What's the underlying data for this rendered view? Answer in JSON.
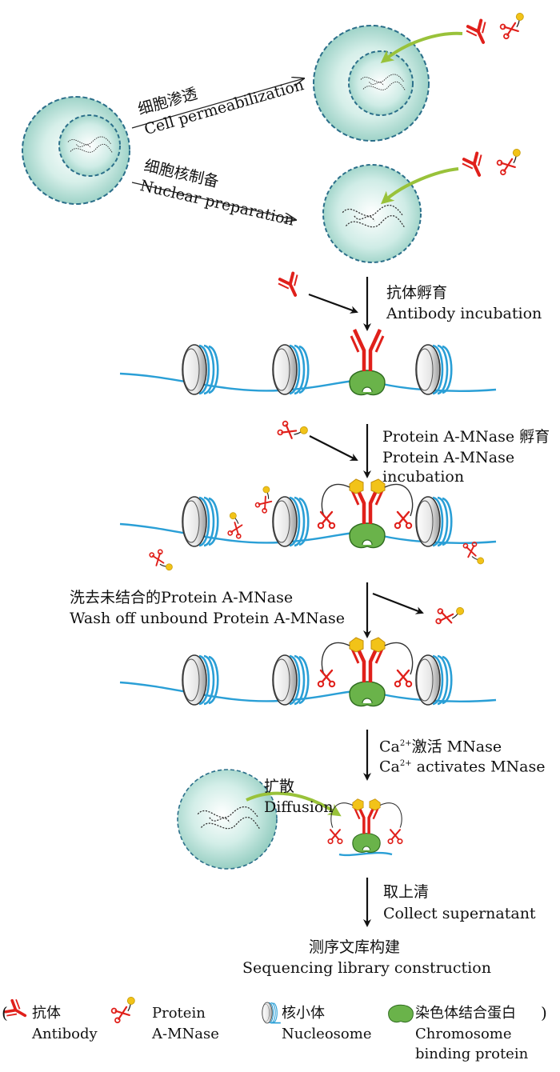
{
  "colors": {
    "cell_fill": "#b7e0d8",
    "membrane": "#2b6f8a",
    "dna": "#2a9fd6",
    "antibody": "#e0201b",
    "binding_protein": "#6ab34a",
    "protein_a": "#f2c318",
    "diffusion_arrow": "#99c23a"
  },
  "steps": {
    "permeabilization": {
      "zh": "细胞渗透",
      "en": "Cell permeabilization"
    },
    "nuclear_prep": {
      "zh": "细胞核制备",
      "en": "Nuclear preparation"
    },
    "antibody_incubation": {
      "zh": "抗体孵育",
      "en": "Antibody incubation"
    },
    "pa_mnase_incubation": {
      "line1": "Protein A-MNase 孵育",
      "line2": "Protein A-MNase",
      "line3": "incubation"
    },
    "wash": {
      "zh": "洗去未结合的Protein A-MNase",
      "en": "Wash off unbound Protein A-MNase"
    },
    "calcium": {
      "ca": "Ca",
      "sup": "2+",
      "zh_rest": "激活 MNase",
      "en_rest": " activates MNase"
    },
    "diffusion": {
      "zh": "扩散",
      "en": "Diffusion"
    },
    "supernatant": {
      "zh": "取上清",
      "en": "Collect supernatant"
    },
    "library": {
      "zh": "测序文库构建",
      "en": "Sequencing library construction"
    }
  },
  "legend": {
    "open_paren": "(",
    "close_paren": ")",
    "antibody": {
      "zh": "抗体",
      "en": "Antibody"
    },
    "pa_mnase": {
      "line1": "Protein",
      "line2": "A-MNase"
    },
    "nucleosome": {
      "zh": "核小体",
      "en": "Nucleosome"
    },
    "binding_protein": {
      "zh": "染色体结合蛋白",
      "en1": "Chromosome",
      "en2": "binding protein"
    }
  }
}
